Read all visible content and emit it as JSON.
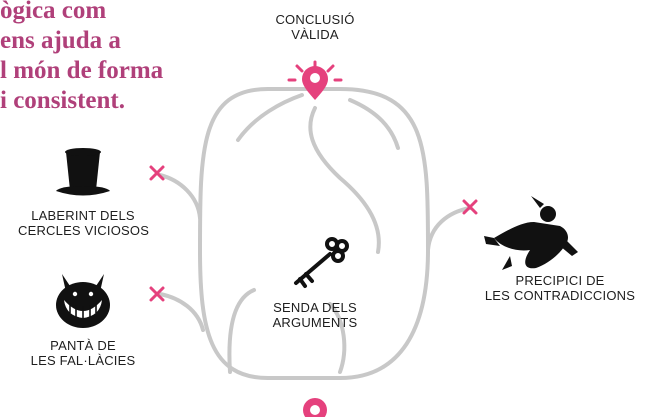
{
  "intro": {
    "lines": [
      "ògica com",
      "ens ajuda a",
      "l món de forma",
      "i consistent."
    ]
  },
  "destinations": {
    "goal": [
      "CONCLUSIÓ",
      "VÀLIDA"
    ],
    "circles": [
      "LABERINT DELS",
      "CERCLES VICIOSOS"
    ],
    "swamp": [
      "PANTÀ DE",
      "LES FAL·LÀCIES"
    ],
    "path": [
      "SENDA DELS",
      "ARGUMENTS"
    ],
    "cliff": [
      "PRECIPICI DE",
      "LES CONTRADICCIONS"
    ]
  },
  "icons": {
    "goal": "location-pin-icon",
    "start": "start-marker-icon",
    "dead_end": "cross-icon",
    "circles": "top-hat-icon",
    "swamp": "cheshire-grin-icon",
    "path": "key-icon",
    "cliff": "falling-alice-icon"
  },
  "colors": {
    "accent": "#e5417d",
    "heading": "#b0407a",
    "route": "#c8c8c8",
    "ink": "#111111"
  }
}
